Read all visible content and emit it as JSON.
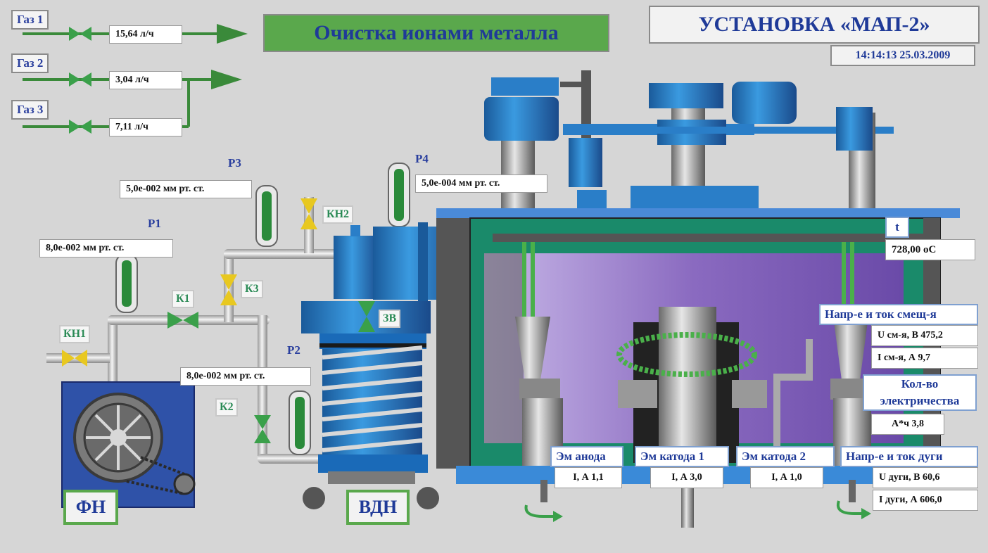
{
  "header": {
    "process_title": "Очистка ионами металла",
    "installation_title": "УСТАНОВКА «МАП-2»",
    "datetime": "14:14:13 25.03.2009"
  },
  "gas_lines": [
    {
      "label": "Газ 1",
      "flow": "15,64 л/ч"
    },
    {
      "label": "Газ 2",
      "flow": "3,04 л/ч"
    },
    {
      "label": "Газ 3",
      "flow": "7,11 л/ч"
    }
  ],
  "pressures": {
    "p1": {
      "label": "P1",
      "value": "8,0е-002 мм рт. ст."
    },
    "p2": {
      "label": "P2",
      "value": "8,0е-002 мм рт. ст."
    },
    "p3": {
      "label": "P3",
      "value": "5,0е-002 мм рт. ст."
    },
    "p4": {
      "label": "P4",
      "value": "5,0е-004 мм рт. ст."
    }
  },
  "valves": {
    "kn1": "КН1",
    "kn2": "КН2",
    "k1": "К1",
    "k2": "К2",
    "k3": "К3",
    "zv": "ЗВ"
  },
  "pumps": {
    "fore_pump": "ФН",
    "diffusion_pump": "ВДН"
  },
  "temperature": {
    "label": "t",
    "value": "728,00 оС"
  },
  "bias": {
    "title": "Напр-е и ток смещ-я",
    "voltage": "U см-я, В 475,2",
    "current": "I см-я, А 9,7"
  },
  "charge": {
    "title": "Кол-во электричества",
    "value": "А*ч 3,8"
  },
  "arc": {
    "title": "Напр-е и ток дуги",
    "voltage": "U дуги, В 60,6",
    "current": "I дуги, А 606,0"
  },
  "electromagnets": [
    {
      "label": "Эм анода",
      "value": "I, А 1,1"
    },
    {
      "label": "Эм катода 1",
      "value": "I, А 3,0"
    },
    {
      "label": "Эм катода 2",
      "value": "I, А 1,0"
    }
  ],
  "colors": {
    "background": "#d6d6d6",
    "pipe": "#c8c8c8",
    "gas_pipe": "#3a8a3a",
    "valve_green": "#3aa04a",
    "valve_yellow": "#e8c820",
    "machine_blue": "#2a7ec8",
    "chamber_frame": "#1a8a6a",
    "chamber_inner": "#8a6ac0",
    "label_blue": "#1f3a98"
  }
}
